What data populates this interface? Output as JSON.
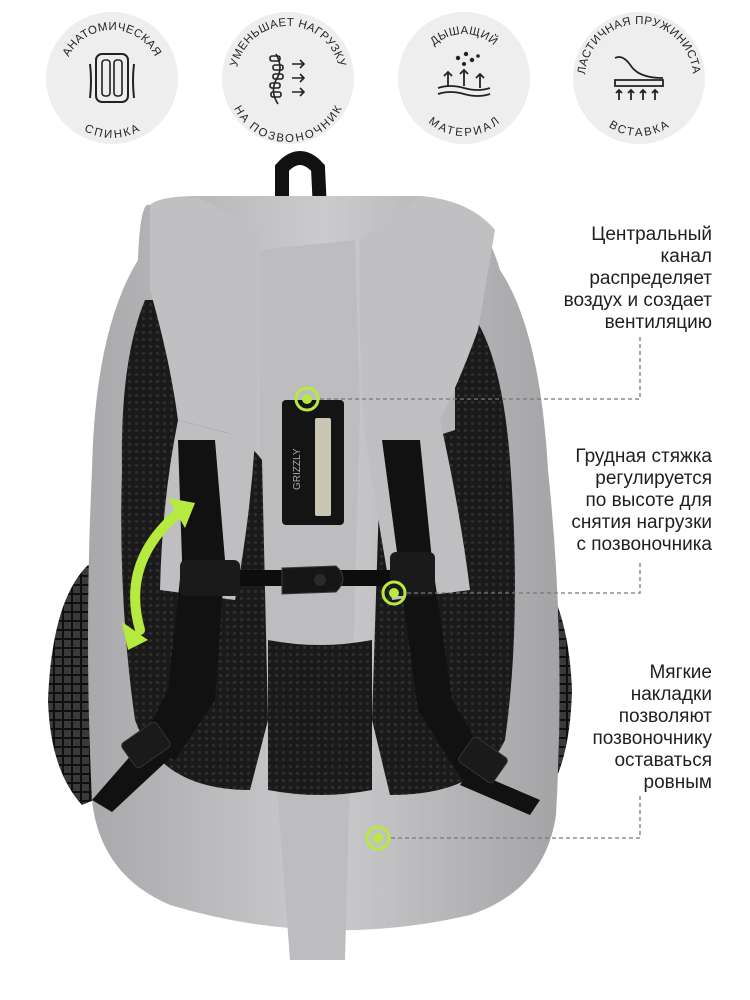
{
  "badges": [
    {
      "id": "anatomic",
      "top": "АНАТОМИЧЕСКАЯ",
      "bottom": "СПИНКА",
      "icon": "backrest-icon"
    },
    {
      "id": "load",
      "top": "УМЕНЬШАЕТ НАГРУЗКУ",
      "bottom": "НА ПОЗВОНОЧНИК",
      "icon": "spine-icon"
    },
    {
      "id": "breathable",
      "top": "ДЫШАЩИЙ",
      "bottom": "МАТЕРИАЛ",
      "icon": "breathable-material-icon"
    },
    {
      "id": "spring",
      "top": "ЭЛАСТИЧНАЯ ПРУЖИНИСТАЯ",
      "bottom": "ВСТАВКА",
      "icon": "spring-insert-icon"
    }
  ],
  "features": [
    {
      "lines": [
        "Центральный",
        "канал",
        "распределяет",
        "воздух и создает",
        "вентиляцию"
      ]
    },
    {
      "lines": [
        "Грудная стяжка",
        "регулируется",
        "по высоте для",
        "снятия нагрузки",
        "с позвоночника"
      ]
    },
    {
      "lines": [
        "Мягкие",
        "накладки",
        "позволяют",
        "позвоночнику",
        "оставаться",
        "ровным"
      ]
    }
  ],
  "product": {
    "brand_logo": "GRIZZLY"
  },
  "colors": {
    "accent": "#b6ea3e",
    "body": "#c5c5c7",
    "strap": "#101010",
    "mesh": "#1c1c1c"
  }
}
